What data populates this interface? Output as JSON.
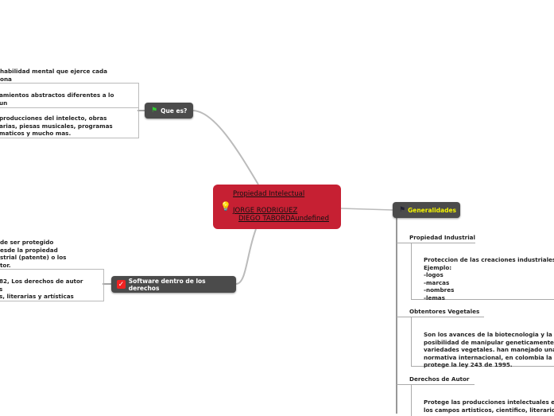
{
  "central": {
    "title": "Propiedad Intelectual",
    "author1": "JORGE RODRIGUEZ",
    "author2": "DIEGO TABORDAundefined",
    "icon": "lightbulb-icon"
  },
  "que_es": {
    "label": "Que es?",
    "icon": "flag-green-icon",
    "items": [
      [
        "habilidad mental que ejerce cada",
        "ona"
      ],
      [
        "amientos abstractos diferentes a lo",
        "un"
      ],
      [
        "producciones del intelecto, obras",
        "arias, piesas musicales, programas",
        "maticos y mucho mas."
      ]
    ]
  },
  "software": {
    "label": "Software dentro de los derechos",
    "icon": "checkbox-icon",
    "items": [
      [
        "de ser protegido",
        "esde la propiedad",
        "strial (patente) o los",
        "tor."
      ],
      [
        "82, Los derechos de autor",
        "s",
        "s, literarias y artísticas"
      ]
    ]
  },
  "generalidades": {
    "label": "Generalidades",
    "icon": "flag-dark-icon",
    "color": "#f5f500",
    "sections": [
      {
        "title": "Propiedad Industrial",
        "lines": [
          "Proteccion de las creaciones industriales.",
          "Ejemplo:",
          "-logos",
          "-marcas",
          "-nombres",
          "-lemas"
        ]
      },
      {
        "title": "Obtentores Vegetales",
        "lines": [
          "Son los avances de la biotecnologia y la",
          "posibilidad de manipular geneticamente la",
          "variedades vegetales. han manejado una",
          "normativa internacional, en colombia la",
          "protege la ley 243 de 1995."
        ]
      },
      {
        "title": "Derechos de Autor",
        "lines": [
          "Protege las producciones intelectuales en",
          "los campos artisticos, cientifico, literario."
        ]
      }
    ]
  }
}
